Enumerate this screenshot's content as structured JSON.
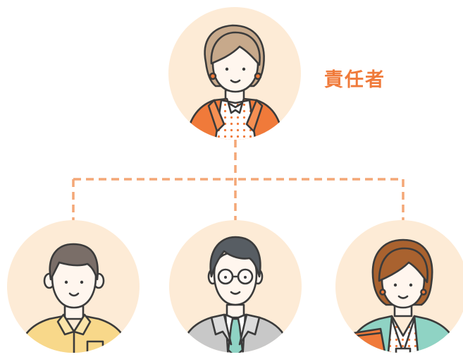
{
  "diagram": {
    "leader_label": "責任者",
    "colors": {
      "accent": "#f07a3a",
      "connector": "#f4a777",
      "circle_fill": "#fdebd6",
      "outline": "#3b3b3b",
      "skin": "#fff6ee",
      "hair_leader": "#c7a98b",
      "hair_left": "#7a6e68",
      "hair_center": "#575d63",
      "hair_right": "#a9622f",
      "shirt_left": "#f8d88a",
      "suit_center": "#c8c8c8",
      "cardigan_right": "#8fd3c4"
    },
    "nodes": [
      {
        "role": "leader",
        "icon": "woman-leader-icon"
      },
      {
        "role": "member",
        "icon": "man-casual-icon"
      },
      {
        "role": "member",
        "icon": "man-glasses-suit-icon"
      },
      {
        "role": "member",
        "icon": "woman-staff-icon"
      }
    ]
  }
}
